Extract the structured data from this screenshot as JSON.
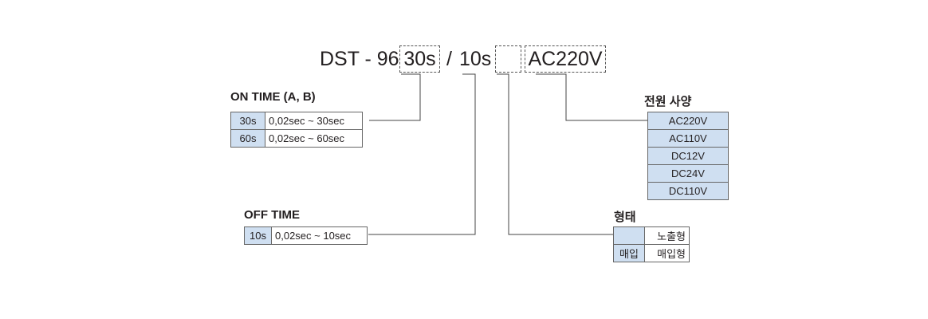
{
  "model": {
    "prefix": "DST - 96",
    "on_code": "30s",
    "separator": "/",
    "off_code": "10s",
    "type_code": "",
    "power_code": "AC220V"
  },
  "on_time": {
    "title": "ON TIME (A, B)",
    "rows": [
      {
        "code": "30s",
        "desc": "0,02sec ~ 30sec"
      },
      {
        "code": "60s",
        "desc": "0,02sec ~ 60sec"
      }
    ]
  },
  "off_time": {
    "title": "OFF TIME",
    "rows": [
      {
        "code": "10s",
        "desc": "0,02sec ~ 10sec"
      }
    ]
  },
  "power": {
    "title": "전원 사양",
    "items": [
      "AC220V",
      "AC110V",
      "DC12V",
      "DC24V",
      "DC110V"
    ]
  },
  "form": {
    "title": "형태",
    "rows": [
      {
        "code": "",
        "desc": "노출형"
      },
      {
        "code": "매입",
        "desc": "매입형"
      }
    ]
  },
  "colors": {
    "code_cell": "#cfdff1",
    "line": "#444444"
  }
}
